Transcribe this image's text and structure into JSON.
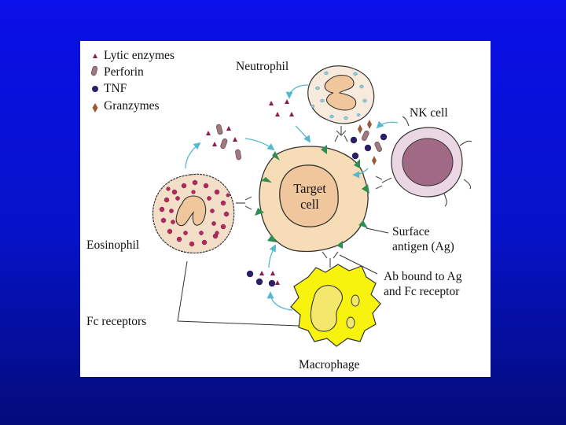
{
  "legend": {
    "lytic": "Lytic enzymes",
    "perforin": "Perforin",
    "tnf": "TNF",
    "granzymes": "Granzymes"
  },
  "cells": {
    "neutrophil": "Neutrophil",
    "nk": "NK cell",
    "target_line1": "Target",
    "target_line2": "cell",
    "eosinophil": "Eosinophil",
    "macrophage": "Macrophage"
  },
  "annotations": {
    "surface_line1": "Surface",
    "surface_line2": "antigen (Ag)",
    "ab_line1": "Ab bound to Ag",
    "ab_line2": "and Fc receptor",
    "fc": "Fc receptors"
  },
  "colors": {
    "background": "#0a10e8",
    "lytic": "#8e1a4e",
    "perforin": "#a07880",
    "tnf": "#2c1f66",
    "granzymes": "#9a5a34",
    "arrow": "#55b8cf",
    "target_fill": "#f6ddb7",
    "neutrophil_fill": "#f8ebdd",
    "nk_fill": "#ead7e3",
    "nk_nucleus": "#a06a84",
    "eosinophil_fill": "#f3dfc8",
    "eosinophil_granule": "#b3285f",
    "macrophage_fill": "#f7f20e",
    "spike": "#2f8d52"
  }
}
